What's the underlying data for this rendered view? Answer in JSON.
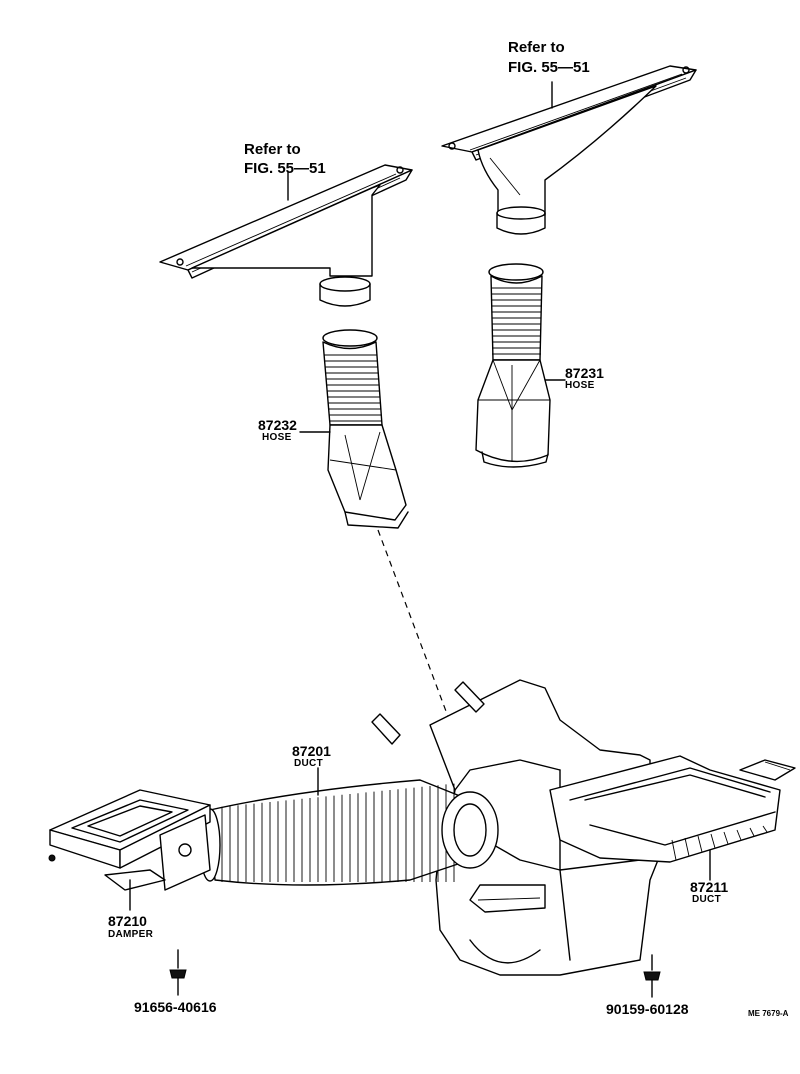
{
  "labels": {
    "ref_right_line1": "Refer to",
    "ref_right_line2": "FIG. 55—51",
    "ref_left_line1": "Refer to",
    "ref_left_line2": "FIG. 55—51",
    "p87231_num": "87231",
    "p87231_name": "HOSE",
    "p87232_num": "87232",
    "p87232_name": "HOSE",
    "p87201_num": "87201",
    "p87201_name": "DUCT",
    "p87211_num": "87211",
    "p87211_name": "DUCT",
    "p87210_num": "87210",
    "p87210_name": "DAMPER",
    "bolt_left": "91656-40616",
    "bolt_right": "90159-60128",
    "drawing_code": "ME 7679-A"
  }
}
